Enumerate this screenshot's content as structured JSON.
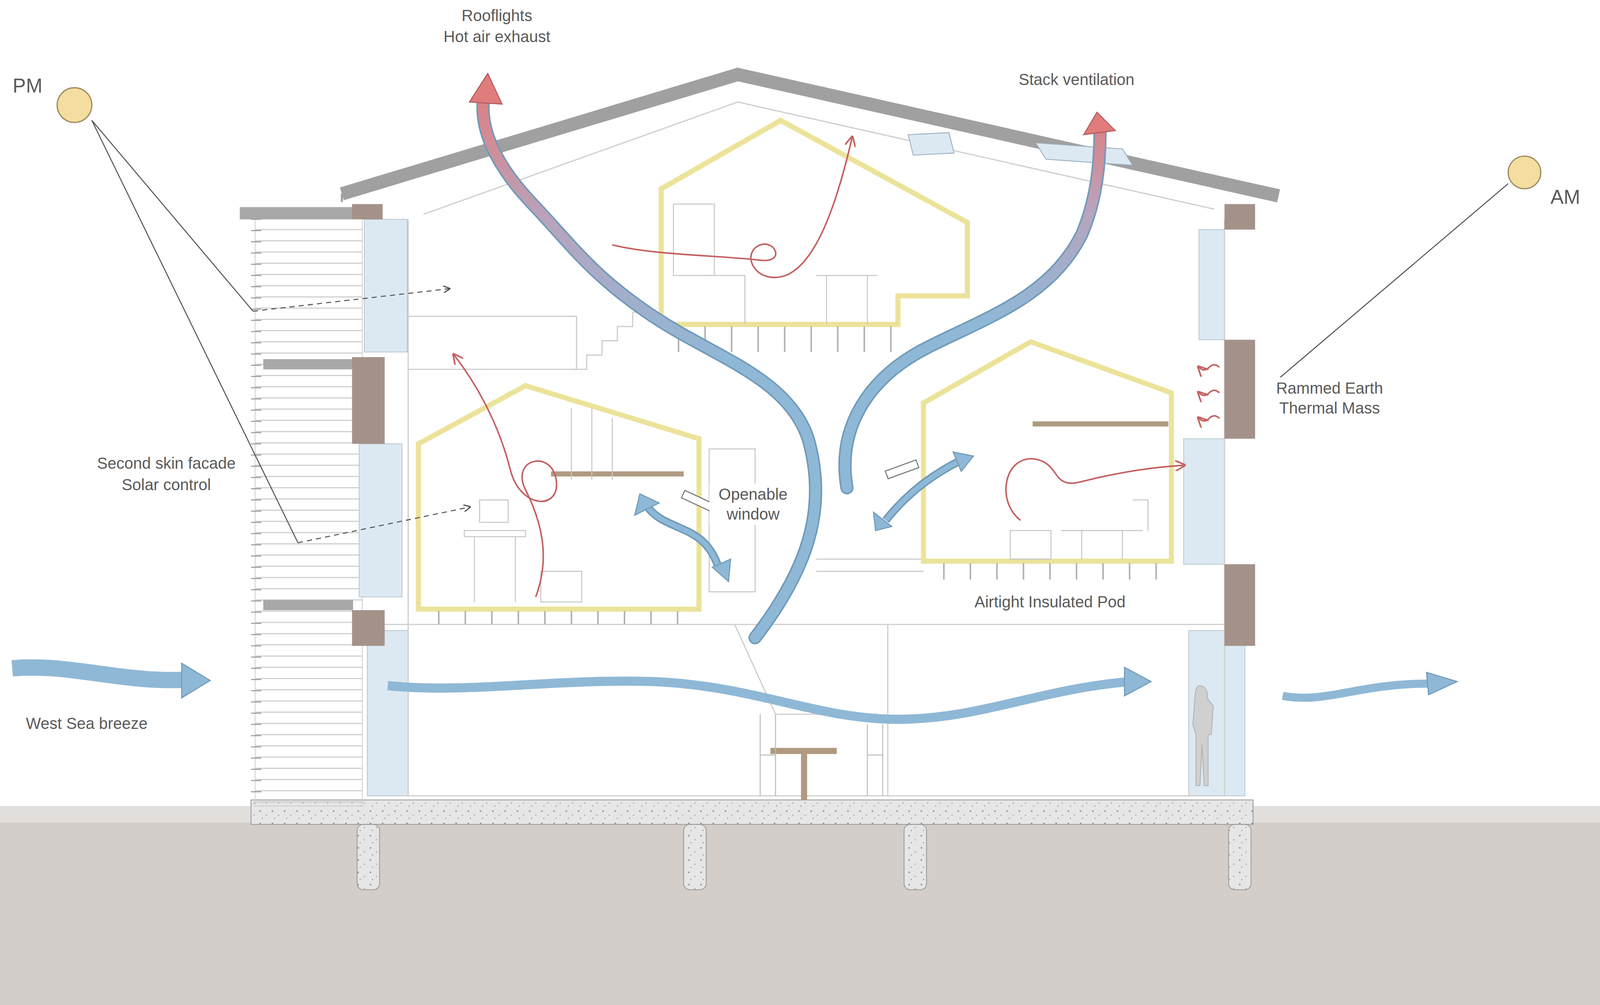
{
  "diagram": {
    "labels": [
      "Rooflights",
      "Hot air exhaust",
      "Stack ventilation",
      "PM",
      "AM",
      "Rammed Earth Thermal Mass",
      "Second skin facade",
      "Solar control",
      "Openable window",
      "Airtight Insulated Pod",
      "West Sea breeze"
    ]
  }
}
